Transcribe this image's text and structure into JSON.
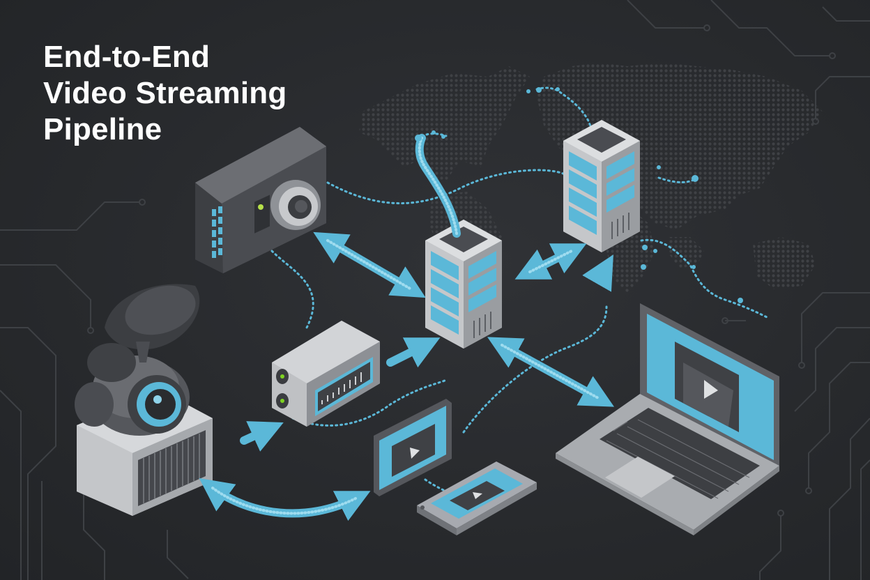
{
  "title": {
    "lines": [
      "End-to-End",
      "Video Streaming",
      "Pipeline"
    ]
  },
  "colors": {
    "background": "#2a2c2f",
    "accent": "#5bb8d8",
    "accent_dark": "#2f88ad",
    "device_light": "#c9cbce",
    "device_mid": "#8e9196",
    "device_dark": "#4a4c51",
    "map_dots": "#3e4044",
    "circuit": "#3f4246",
    "text": "#ffffff"
  },
  "icons": [
    "world-map-icon",
    "action-camera-icon",
    "broadcast-camera-icon",
    "encoder-box-icon",
    "server-tower-icon",
    "laptop-icon",
    "tablet-icon",
    "smartphone-icon",
    "play-icon"
  ]
}
